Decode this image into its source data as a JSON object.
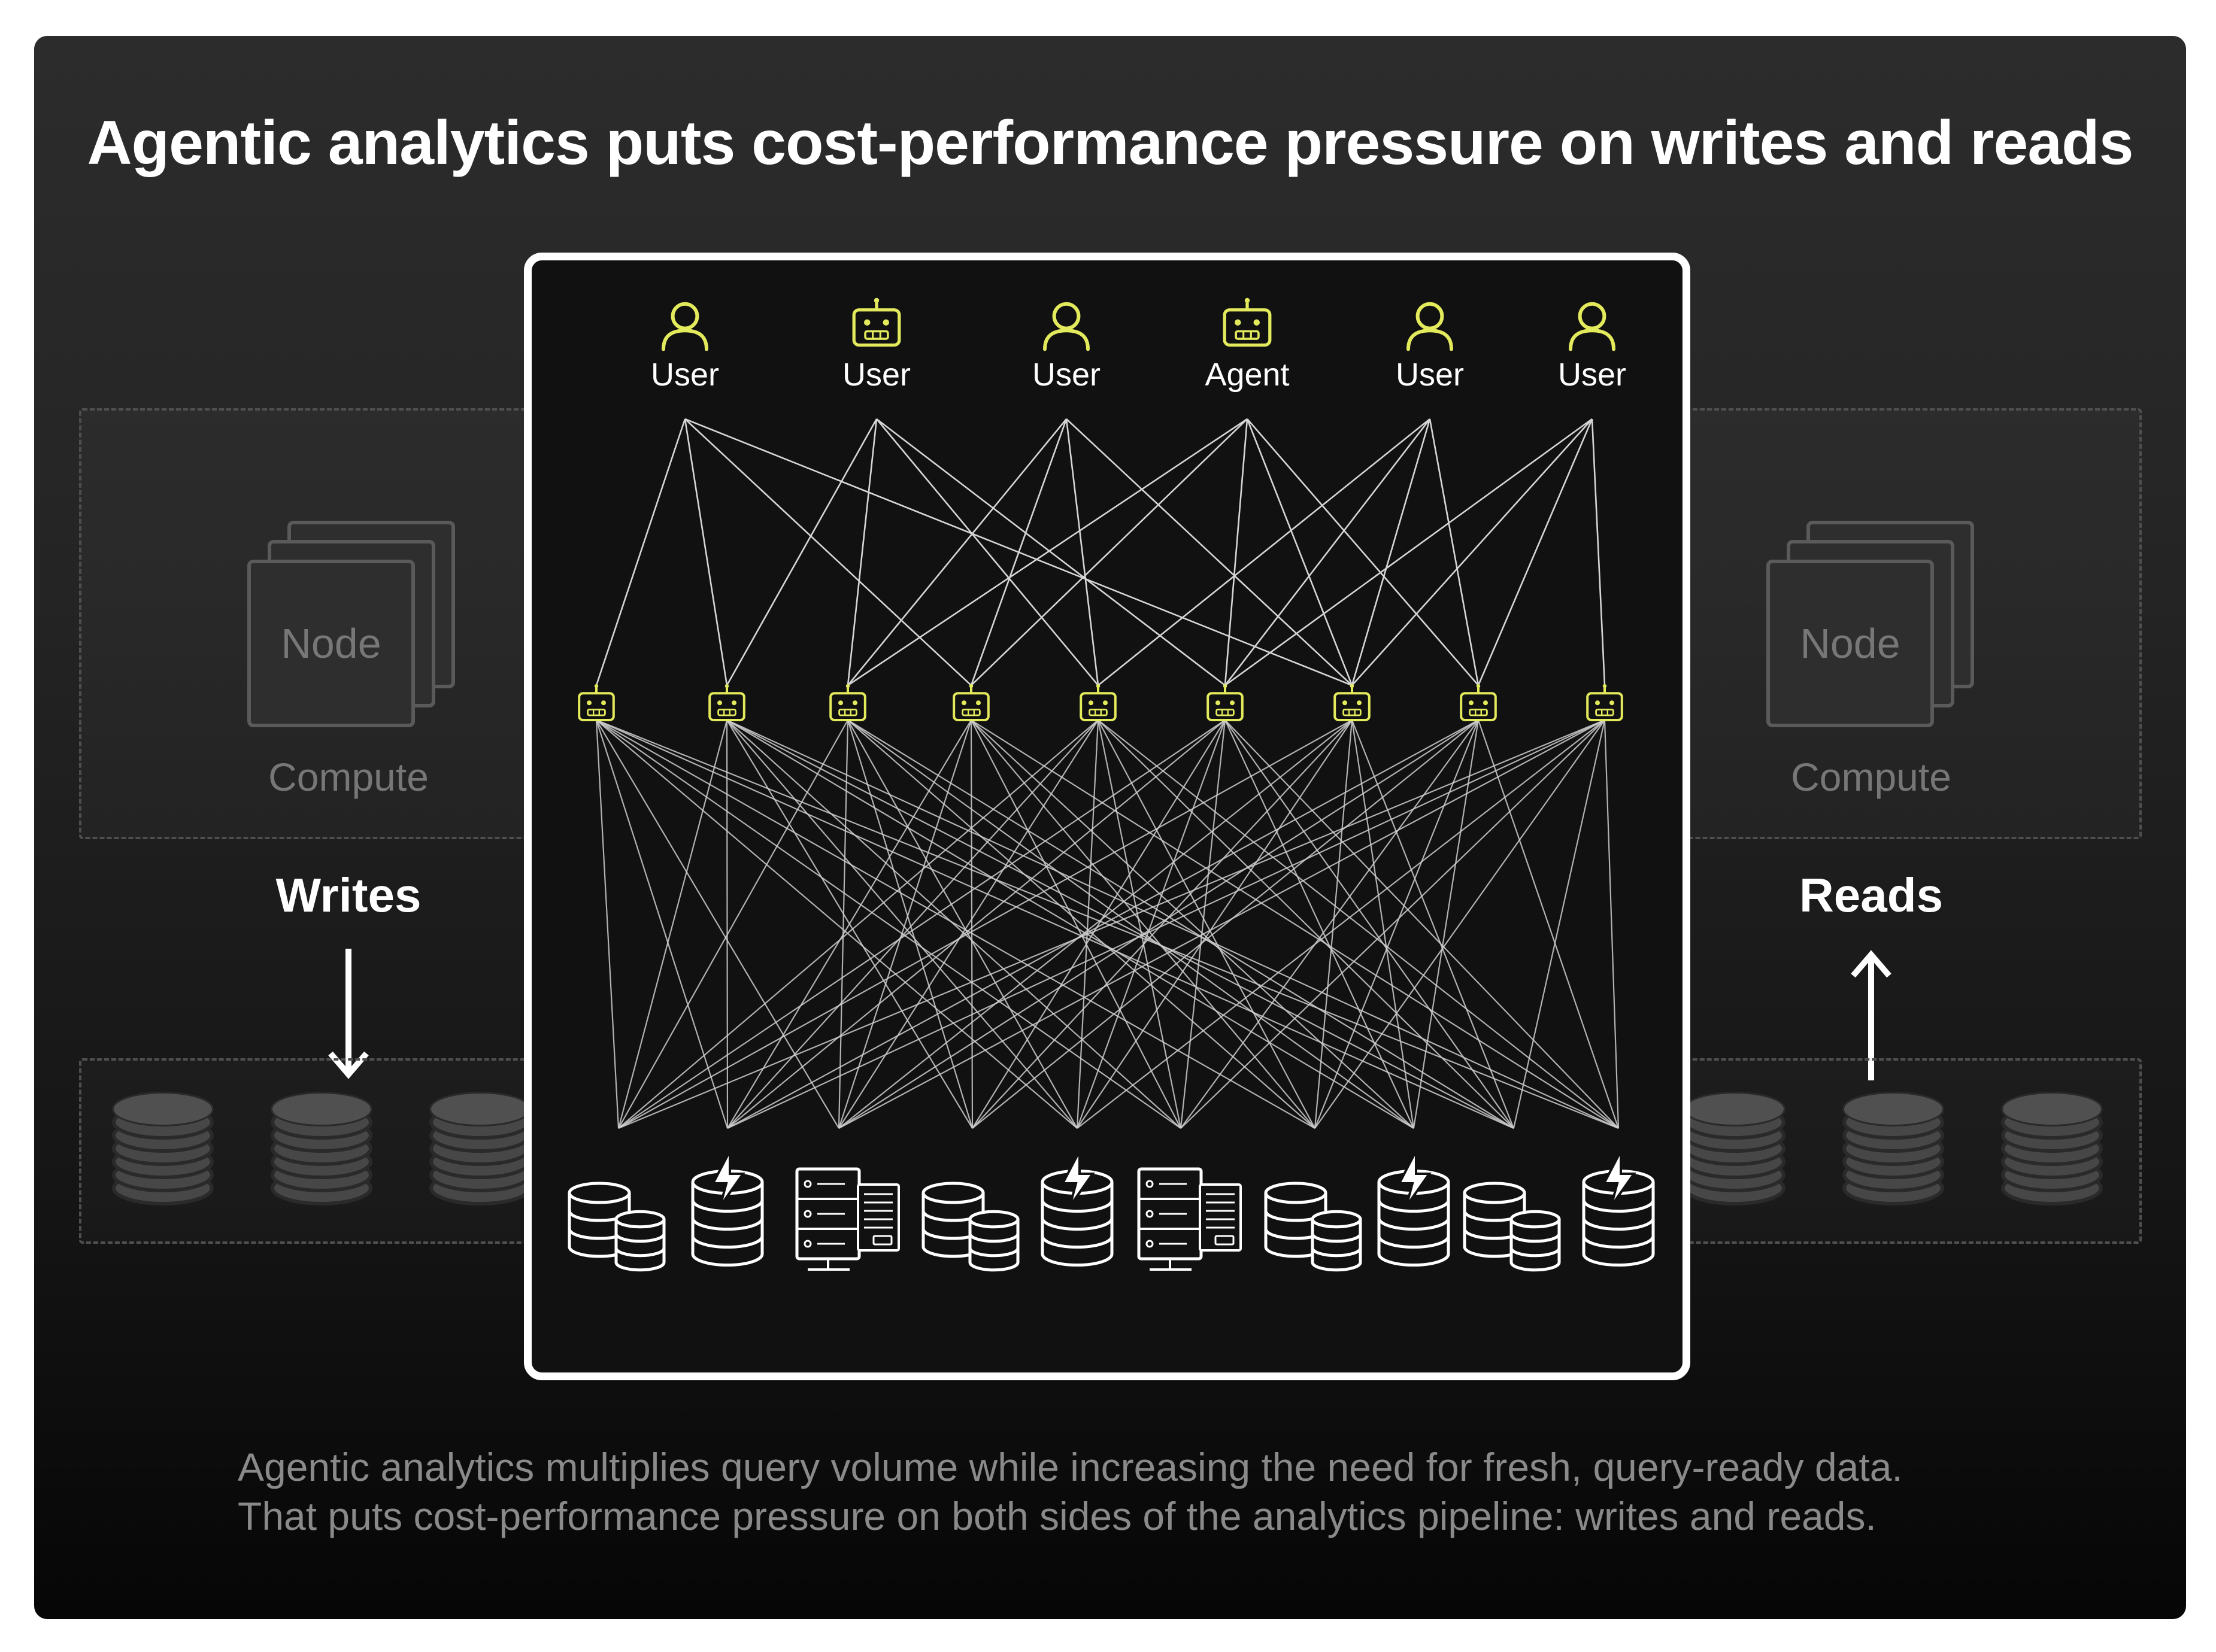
{
  "title": "Agentic analytics puts cost-performance pressure on writes and reads",
  "left": {
    "node_label": "Node",
    "compute_label": "Compute",
    "flow_label": "Writes",
    "flow_direction": "down"
  },
  "right": {
    "node_label": "Node",
    "compute_label": "Compute",
    "flow_label": "Reads",
    "flow_direction": "up"
  },
  "actors": [
    {
      "label": "User",
      "icon": "user-icon"
    },
    {
      "label": "User",
      "icon": "robot-icon"
    },
    {
      "label": "User",
      "icon": "user-icon"
    },
    {
      "label": "Agent",
      "icon": "robot-icon"
    },
    {
      "label": "User",
      "icon": "user-icon"
    },
    {
      "label": "User",
      "icon": "user-icon"
    }
  ],
  "agent_count": 9,
  "sources": [
    {
      "icon": "database-cluster-icon"
    },
    {
      "icon": "fast-database-icon"
    },
    {
      "icon": "server-rack-icon"
    },
    {
      "icon": "database-cluster-icon"
    },
    {
      "icon": "fast-database-icon"
    },
    {
      "icon": "server-rack-icon"
    },
    {
      "icon": "database-cluster-icon"
    },
    {
      "icon": "fast-database-icon"
    },
    {
      "icon": "database-cluster-icon"
    },
    {
      "icon": "fast-database-icon"
    }
  ],
  "caption_line1": "Agentic analytics multiplies query volume while increasing the need for fresh, query-ready data.",
  "caption_line2": "That puts cost-performance pressure on both sides of the analytics pipeline: writes and reads.",
  "colors": {
    "accent": "#e3ea5c",
    "panel_border": "#ffffff",
    "panel_bg": "#111111",
    "line": "#d8d8d8",
    "muted": "#777777"
  }
}
